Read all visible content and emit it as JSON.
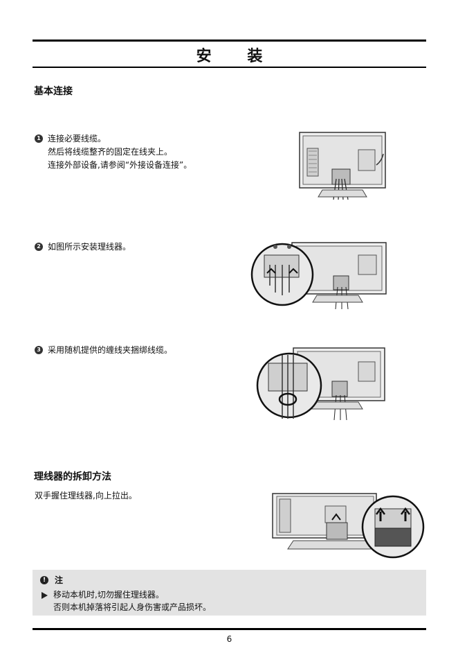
{
  "header": {
    "title": "安 装"
  },
  "basic": {
    "heading": "基本连接",
    "steps": [
      {
        "num": "1",
        "lines": [
          "连接必要线缆。",
          "然后将线缆整齐的固定在线夹上。",
          "连接外部设备,请参阅“外接设备连接”。"
        ]
      },
      {
        "num": "2",
        "lines": [
          "如图所示安装理线器。"
        ]
      },
      {
        "num": "3",
        "lines": [
          "采用随机提供的缠线夹捆绑线缆。"
        ]
      }
    ]
  },
  "remove": {
    "heading": "理线器的拆卸方法",
    "text": "双手握住理线器,向上拉出。"
  },
  "note": {
    "icon": "!",
    "title": "注",
    "line1": "移动本机时,切勿握住理线器。",
    "line2": "否则本机掉落将引起人身伤害或产品损坏。"
  },
  "footer": {
    "page": "6"
  }
}
